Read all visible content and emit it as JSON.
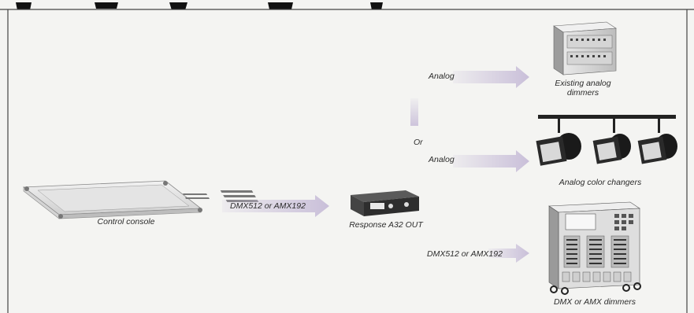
{
  "labels": {
    "control_console": "Control console",
    "response_unit": "Response A32 OUT",
    "dmx_in": "DMX512 or AMX192",
    "analog_top": "Analog",
    "or": "Or",
    "analog_mid": "Analog",
    "dmx_out": "DMX512 or AMX192",
    "existing_dimmers_line1": "Existing analog",
    "existing_dimmers_line2": "dimmers",
    "color_changers": "Analog color changers",
    "dmx_dimmers": "DMX or AMX dimmers"
  },
  "colors": {
    "arrow": "#c9bfd9",
    "border": "#333333",
    "background": "#f4f4f2"
  }
}
